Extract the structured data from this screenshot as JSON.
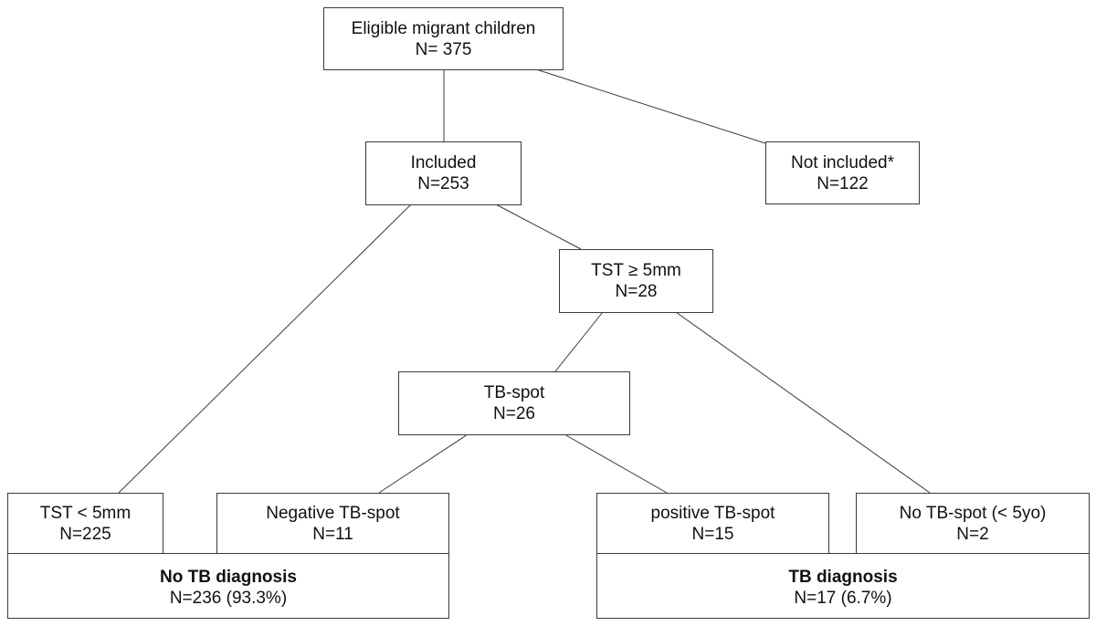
{
  "nodes": {
    "eligible": {
      "label": "Eligible migrant children",
      "count": "N= 375"
    },
    "included": {
      "label": "Included",
      "count": "N=253"
    },
    "not_included": {
      "label": "Not included*",
      "count": "N=122"
    },
    "tst_ge5": {
      "label": "TST ≥ 5mm",
      "count": "N=28"
    },
    "tbspot": {
      "label": "TB-spot",
      "count": "N=26"
    },
    "tst_lt5": {
      "label": "TST < 5mm",
      "count": "N=225"
    },
    "neg_tbspot": {
      "label": "Negative TB-spot",
      "count": "N=11"
    },
    "pos_tbspot": {
      "label": "positive TB-spot",
      "count": "N=15"
    },
    "no_tbspot": {
      "label": "No TB-spot (< 5yo)",
      "count": "N=2"
    }
  },
  "outcomes": {
    "no_tb": {
      "label": "No TB diagnosis",
      "count": "N=236 (93.3%)"
    },
    "tb": {
      "label": "TB diagnosis",
      "count": "N=17 (6.7%)"
    }
  },
  "edges": [
    [
      "eligible",
      "included"
    ],
    [
      "eligible",
      "not_included"
    ],
    [
      "included",
      "tst_lt5"
    ],
    [
      "included",
      "tst_ge5"
    ],
    [
      "tst_ge5",
      "tbspot"
    ],
    [
      "tst_ge5",
      "no_tbspot"
    ],
    [
      "tbspot",
      "neg_tbspot"
    ],
    [
      "tbspot",
      "pos_tbspot"
    ]
  ],
  "colors": {
    "stroke": "#3a3a3a",
    "text": "#111111",
    "background": "#ffffff"
  }
}
